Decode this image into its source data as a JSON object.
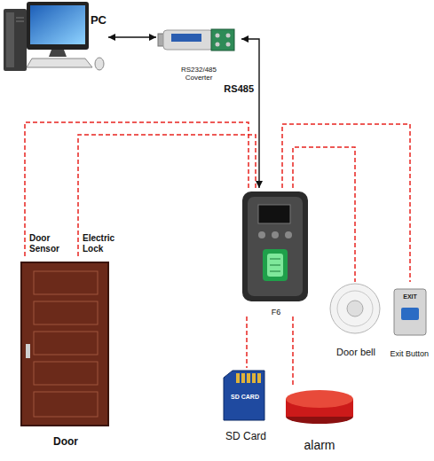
{
  "diagram": {
    "nodes": [
      {
        "text": [
          "PC"
        ]
      },
      {
        "text": [
          "RS232/485 Coverter"
        ]
      },
      {
        "text": [
          "F6"
        ]
      },
      {
        "text": [
          "Door"
        ]
      },
      {
        "text": [
          "Door bell"
        ]
      },
      {
        "text": [
          "Exit Button"
        ]
      },
      {
        "text": [
          "SD Card"
        ]
      },
      {
        "text": [
          "alarm"
        ]
      }
    ],
    "edges": [
      {
        "from": 0,
        "to": 1,
        "arrow": "both"
      },
      {
        "from": 1,
        "to": 2,
        "label": "RS485",
        "arrow": "both"
      },
      {
        "from": 2,
        "to": 3,
        "label": "Door Sensor",
        "arrow": "none"
      },
      {
        "from": 2,
        "to": 3,
        "label": "Electric Lock",
        "arrow": "none"
      },
      {
        "from": 2,
        "to": 4,
        "arrow": "none"
      },
      {
        "from": 2,
        "to": 5,
        "arrow": "none"
      },
      {
        "from": 2,
        "to": 6,
        "arrow": "none"
      },
      {
        "from": 2,
        "to": 7,
        "arrow": "none"
      }
    ],
    "labels": [
      "SD CARD",
      "EXIT"
    ]
  }
}
